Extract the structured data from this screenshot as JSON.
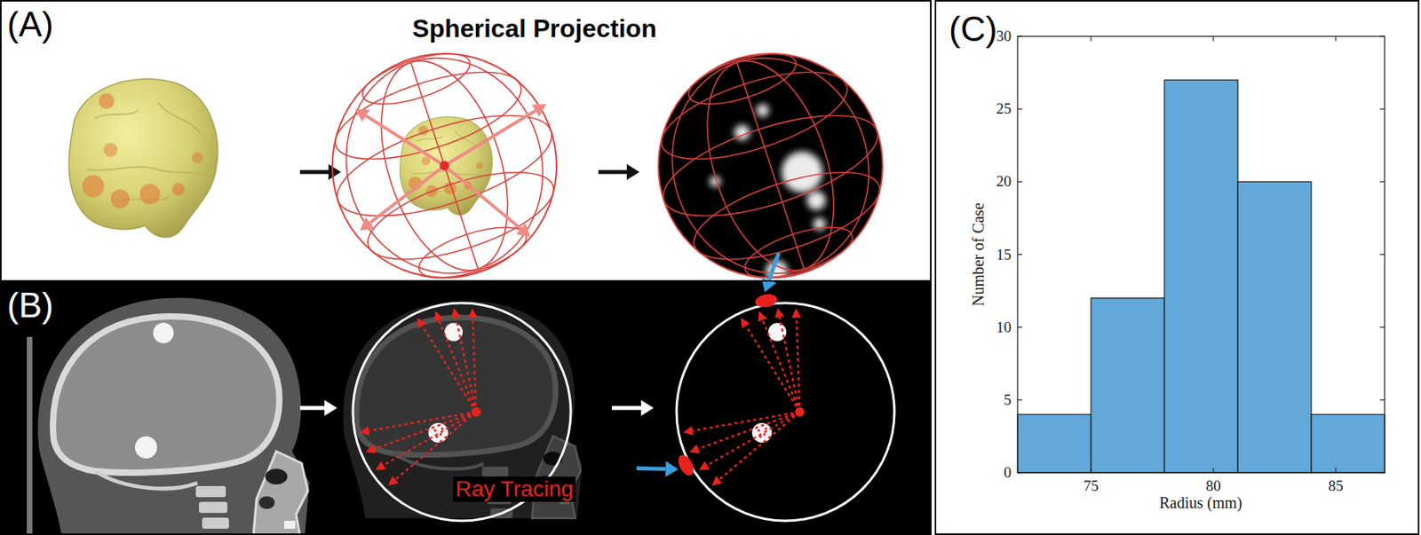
{
  "diagram": {
    "nodes": [
      {
        "text": [
          "(A)",
          "Spherical Projection"
        ]
      },
      {
        "text": [
          "(B)",
          "Ray Tracing"
        ]
      },
      {
        "text": [
          "(C)"
        ]
      }
    ],
    "labels": [
      "Number of Case",
      "Radius (mm)",
      "0",
      "5",
      "10",
      "15",
      "20",
      "25",
      "30",
      "75",
      "80",
      "85"
    ]
  }
}
